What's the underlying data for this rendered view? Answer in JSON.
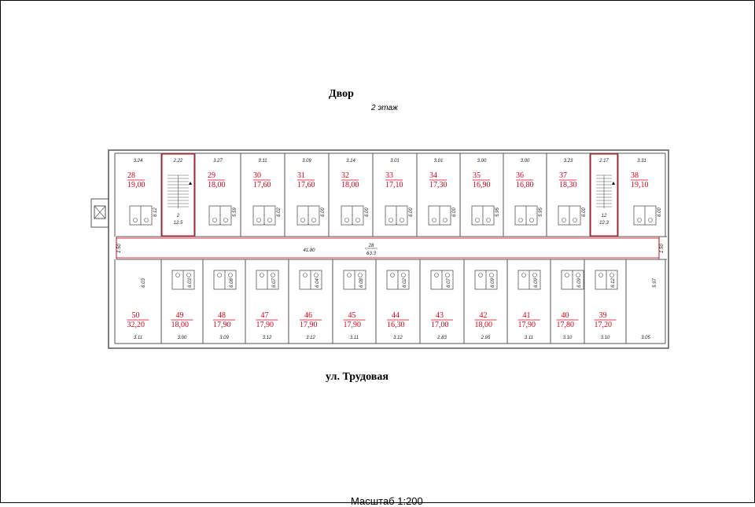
{
  "labels": {
    "yard": "Двор",
    "floor": "2 этаж",
    "street": "ул. Трудовая",
    "scale": "Масштаб 1:200"
  },
  "colors": {
    "walls": "#555555",
    "highlight": "#d0021b",
    "dims": "#222222"
  },
  "top_rooms": [
    {
      "num": "28",
      "area": "19,00",
      "width_dim": "3.24",
      "side_dim": "6.12"
    },
    {
      "num": "",
      "area": "",
      "width_dim": "2.22",
      "side_dim": "",
      "stair": true,
      "sub_num": "2",
      "sub_area": "12.5"
    },
    {
      "num": "29",
      "area": "18,00",
      "width_dim": "3.27",
      "side_dim": "5.59"
    },
    {
      "num": "30",
      "area": "17,60",
      "width_dim": "3.11",
      "side_dim": "6.02"
    },
    {
      "num": "31",
      "area": "17,60",
      "width_dim": "3.09",
      "side_dim": "6.00"
    },
    {
      "num": "32",
      "area": "18,00",
      "width_dim": "3.14",
      "side_dim": "6.00"
    },
    {
      "num": "33",
      "area": "17,10",
      "width_dim": "3.01",
      "side_dim": "6.00"
    },
    {
      "num": "34",
      "area": "17,30",
      "width_dim": "3.01",
      "side_dim": "6.00"
    },
    {
      "num": "35",
      "area": "16,90",
      "width_dim": "3.00",
      "side_dim": "5.95"
    },
    {
      "num": "36",
      "area": "16,80",
      "width_dim": "3.00",
      "side_dim": "5.95"
    },
    {
      "num": "37",
      "area": "18,30",
      "width_dim": "3.23",
      "side_dim": "6.00"
    },
    {
      "num": "",
      "area": "",
      "width_dim": "2.17",
      "side_dim": "",
      "stair": true,
      "sub_num": "12",
      "sub_area": "12.3"
    },
    {
      "num": "38",
      "area": "19,10",
      "width_dim": "3.31",
      "side_dim": "6.00"
    }
  ],
  "bottom_rooms": [
    {
      "num": "50",
      "area": "32,20",
      "width_dim": "3.11",
      "side_dim": "6.03"
    },
    {
      "num": "49",
      "area": "18,00",
      "width_dim": "3.00",
      "side_dim": "6.03"
    },
    {
      "num": "48",
      "area": "17,90",
      "width_dim": "3.09",
      "side_dim": "6.08"
    },
    {
      "num": "47",
      "area": "17,90",
      "width_dim": "3.12",
      "side_dim": "6.07"
    },
    {
      "num": "46",
      "area": "17,90",
      "width_dim": "3.12",
      "side_dim": "6.04"
    },
    {
      "num": "45",
      "area": "17,90",
      "width_dim": "3.11",
      "side_dim": "6.08"
    },
    {
      "num": "44",
      "area": "16,30",
      "width_dim": "3.12",
      "side_dim": "6.02"
    },
    {
      "num": "43",
      "area": "17,00",
      "width_dim": "2.83",
      "side_dim": "6.07"
    },
    {
      "num": "42",
      "area": "18,00",
      "width_dim": "2.95",
      "side_dim": "6.09"
    },
    {
      "num": "41",
      "area": "17,90",
      "width_dim": "3.11",
      "side_dim": "6.09"
    },
    {
      "num": "40",
      "area": "17,80",
      "width_dim": "3.10",
      "side_dim": "6.09"
    },
    {
      "num": "39",
      "area": "17,20",
      "width_dim": "3.10",
      "side_dim": "6.12"
    },
    {
      "num": "",
      "area": "",
      "width_dim": "3.05",
      "side_dim": "5.97"
    }
  ],
  "corridor": {
    "num": "28",
    "area": "63.3",
    "length_dim": "41.80",
    "end_dim_left": "1.50",
    "end_dim_right": "1.50"
  }
}
